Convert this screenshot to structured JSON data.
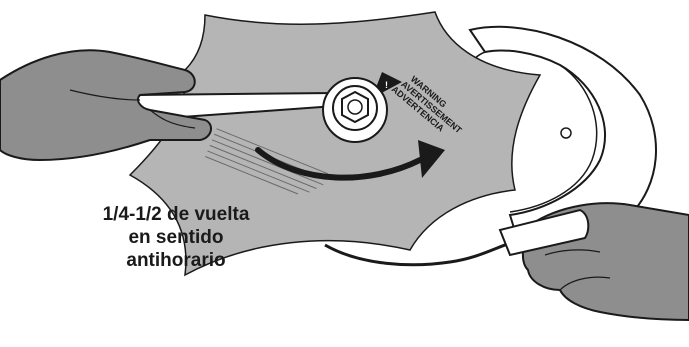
{
  "caption": {
    "line1": "1/4-1/2 de vuelta",
    "line2": "en sentido",
    "line3": "antihorario"
  },
  "blade_label": {
    "line1": "WARNING",
    "line2": "AVERTISSEMENT",
    "line3": "ADVERTENCIA"
  },
  "colors": {
    "blade": "#b5b5b5",
    "glove": "#8e8e8e",
    "outline": "#1a1a1a",
    "housing": "#ffffff"
  }
}
